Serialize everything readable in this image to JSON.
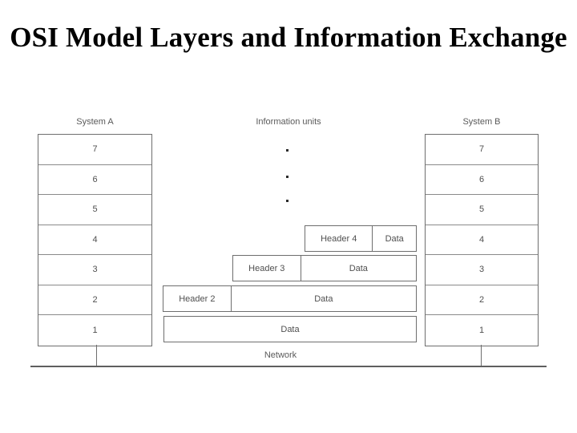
{
  "title": "OSI Model Layers and Information Exchange",
  "diagram": {
    "captions": {
      "system_a": "System A",
      "system_b": "System B",
      "information_units": "Information units"
    },
    "layers": [
      "7",
      "6",
      "5",
      "4",
      "3",
      "2",
      "1"
    ],
    "units": [
      {
        "header": "Header 4",
        "data": "Data"
      },
      {
        "header": "Header 3",
        "data": "Data"
      },
      {
        "header": "Header 2",
        "data": "Data"
      },
      {
        "data": "Data"
      }
    ],
    "network_label": "Network",
    "colors": {
      "background": "#ffffff",
      "box_border": "#6e6e6e",
      "inner_rule": "#8a8a8a",
      "text": "#4f4f4f",
      "caption_text": "#5a5a5a",
      "baseline": "#5f5f5f",
      "title_text": "#000000"
    }
  }
}
